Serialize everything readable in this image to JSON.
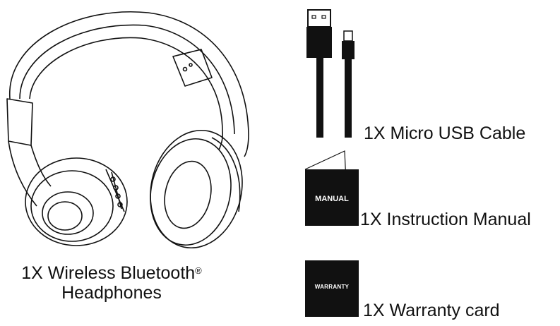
{
  "items": {
    "headphones": {
      "label_line1": "1X Wireless Bluetooth",
      "registered_mark": "®",
      "label_line2": "Headphones"
    },
    "cable": {
      "label": "1X Micro USB Cable"
    },
    "manual": {
      "label": "1X Instruction Manual",
      "box_text": "MANUAL"
    },
    "warranty": {
      "label": "1X Warranty card",
      "box_text": "WARRANTY"
    }
  },
  "colors": {
    "ink": "#111111",
    "background": "#ffffff"
  }
}
